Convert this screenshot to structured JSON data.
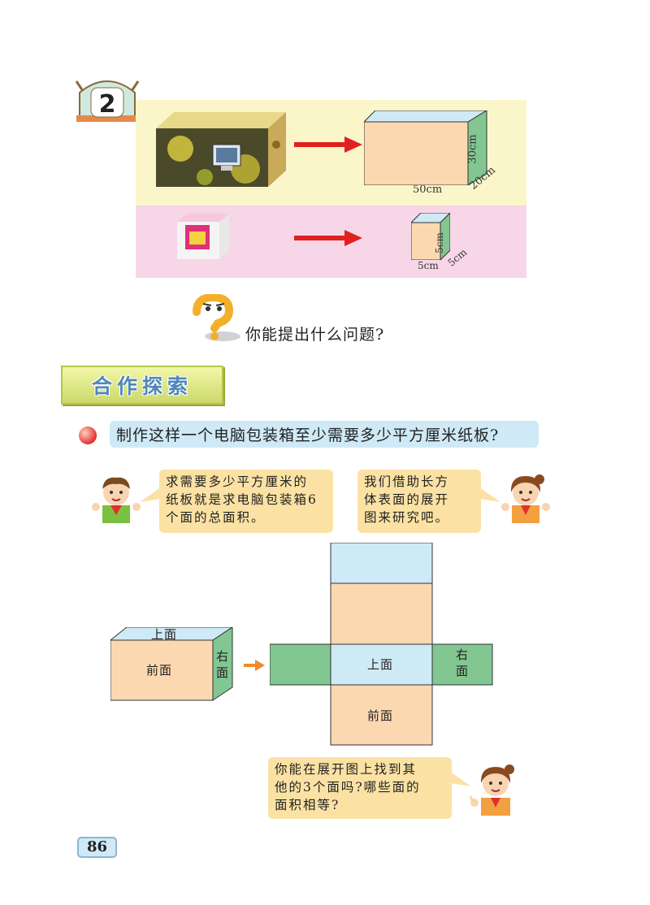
{
  "section_number": "2",
  "example": {
    "large_box": {
      "length": "50cm",
      "height": "30cm",
      "width": "20cm"
    },
    "small_box": {
      "length": "5cm",
      "height": "5cm",
      "width": "5cm"
    }
  },
  "question_prompt": "你能提出什么问题?",
  "banner_title": "合作探索",
  "task_question": "制作这样一个电脑包装箱至少需要多少平方厘米纸板?",
  "bubbles": {
    "boy": [
      "求需要多少平方厘米的",
      "纸板就是求电脑包装箱6",
      "个面的总面积。"
    ],
    "girl_top": [
      "我们借助长方",
      "体表面的展开",
      "图来研究吧。"
    ],
    "girl_bottom": [
      "你能在展开图上找到其",
      "他的3个面吗?哪些面的",
      "面积相等?"
    ]
  },
  "box_faces": {
    "top": "上面",
    "front": "前面",
    "right": "右面"
  },
  "net_faces": {
    "top": "上面",
    "front": "前面",
    "right_1": "右",
    "right_2": "面"
  },
  "page_number": "86",
  "colors": {
    "front": "#fcd8b0",
    "top": "#cfeaf7",
    "side": "#82c692",
    "arrow_red": "#e02020",
    "arrow_orange": "#f08a30"
  }
}
